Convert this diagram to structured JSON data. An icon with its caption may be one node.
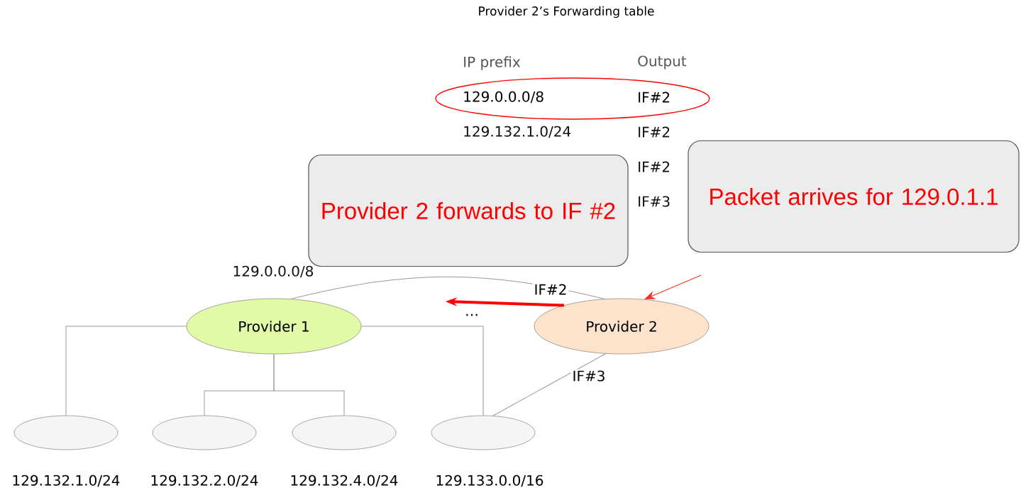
{
  "diagram": {
    "title": "Provider 2’s Forwarding table",
    "nodes": [
      {
        "text": [
          "Provider 1"
        ]
      },
      {
        "text": [
          "Provider 2"
        ]
      },
      {
        "text": [],
        "shape": "ellipse",
        "beside": [
          "129.132.1.0/24"
        ]
      },
      {
        "text": [],
        "shape": "ellipse",
        "beside": [
          "129.132.2.0/24"
        ]
      },
      {
        "text": [],
        "shape": "ellipse",
        "beside": [
          "129.132.4.0/24"
        ]
      },
      {
        "text": [],
        "shape": "ellipse",
        "beside": [
          "129.133.0.0/16"
        ]
      },
      {
        "text": [
          "Provider 2 forwards to IF #2"
        ]
      },
      {
        "text": [
          "Packet arrives for 129.0.1.1"
        ]
      },
      {
        "text": [
          "129.0.0.0/8",
          "IF#2"
        ]
      }
    ],
    "edges": [
      {
        "from": 0,
        "to": 1,
        "arrow": "none",
        "label": "IF#2"
      },
      {
        "from": 0,
        "to": 2,
        "arrow": "none"
      },
      {
        "from": 0,
        "to": 3,
        "arrow": "none"
      },
      {
        "from": 0,
        "to": 4,
        "arrow": "none"
      },
      {
        "from": 0,
        "to": 5,
        "arrow": "none"
      },
      {
        "from": 1,
        "to": 5,
        "arrow": "none",
        "label": "IF#3"
      },
      {
        "from": 1,
        "to": null,
        "arrow": "to",
        "label": "…",
        "style": "thick",
        "color": "#ff0000"
      },
      {
        "from": null,
        "to": 1,
        "arrow": "to",
        "color": "#ee3322"
      }
    ],
    "labels": [
      "IP prefix",
      "Output",
      "129.132.1.0/24",
      "IF#2",
      "IF#2",
      "IF#3",
      "129.0.0.0/8"
    ]
  }
}
